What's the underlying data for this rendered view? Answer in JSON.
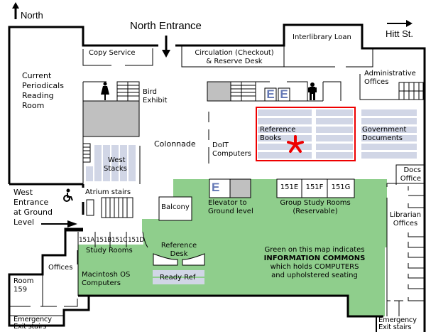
{
  "map": {
    "compass": {
      "north": "North",
      "hitt_st": "Hitt St."
    },
    "entrances": {
      "north": "North Entrance",
      "west": [
        "West",
        "Entrance",
        "at Ground",
        "Level"
      ]
    },
    "rooms": {
      "copy_service": "Copy Service",
      "circulation": [
        "Circulation (Checkout)",
        "& Reserve Desk"
      ],
      "interlibrary_loan": "Interlibrary Loan",
      "administrative_offices": [
        "Administrative",
        "Offices"
      ],
      "current_periodicals": [
        "Current",
        "Periodicals",
        "Reading",
        "Room"
      ],
      "bird_exhibit": [
        "Bird",
        "Exhibit"
      ],
      "colonnade": "Colonnade",
      "doit_computers": [
        "DoIT",
        "Computers"
      ],
      "reference_books": [
        "Reference",
        "Books"
      ],
      "government_documents": [
        "Government",
        "Documents"
      ],
      "west_stacks": [
        "West",
        "Stacks"
      ],
      "atrium_stairs": "Atrium stairs",
      "balcony": "Balcony",
      "elevator": [
        "Elevator to",
        "Ground level"
      ],
      "elevator_letter": "E",
      "group_study_rooms": [
        "Group Study Rooms",
        "(Reservable)"
      ],
      "group_rooms": [
        "151E",
        "151F",
        "151G"
      ],
      "docs_office": [
        "Docs",
        "Office"
      ],
      "librarian_offices": [
        "Librarian",
        "Offices"
      ],
      "study_rooms_label": "Study Rooms",
      "study_rooms": [
        "151A",
        "151B",
        "151C",
        "151D"
      ],
      "reference_desk": [
        "Reference",
        "Desk"
      ],
      "ready_ref": "Ready Ref",
      "macintosh": [
        "Macintosh OS",
        "Computers"
      ],
      "offices": "Offices",
      "room_159": [
        "Room",
        "159"
      ],
      "emergency_exit_left": [
        "Emergency",
        "Exit stairs"
      ],
      "emergency_exit_right": [
        "Emergency",
        "Exit stairs"
      ]
    },
    "legend": {
      "line1": "Green on this map indicates",
      "line2": "INFORMATION COMMONS",
      "line3": "which holds COMPUTERS",
      "line4": "and upholstered seating"
    },
    "icons": [
      "north-arrow-icon",
      "east-arrow-icon",
      "down-arrow-icon",
      "right-arrow-icon",
      "wheelchair-icon",
      "womens-restroom-icon",
      "mens-restroom-icon",
      "elevator-icon",
      "you-are-here-asterisk-icon",
      "stairs-icon"
    ],
    "colors": {
      "information_commons": "#8fce8c",
      "stacks": "#d1d6e6",
      "gray_block": "#c0c0c0",
      "highlight": "#ee0000",
      "elevator_letter": "#6377b5"
    }
  }
}
